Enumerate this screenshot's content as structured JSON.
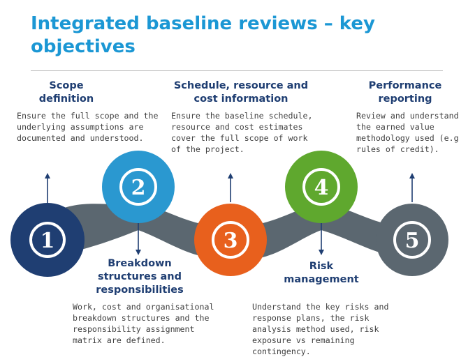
{
  "title": "Integrated baseline reviews – key objectives",
  "steps": [
    {
      "number": "1",
      "heading": "Scope definition",
      "description": "Ensure the full scope and the underlying assumptions are documented and understood.",
      "color": "#1f3e72",
      "ring": "#5b6770"
    },
    {
      "number": "2",
      "heading": "Breakdown structures and responsibilities",
      "description": "Work, cost and organisational breakdown structures and the responsibility assignment matrix are defined.",
      "color": "#2a98d0",
      "ring": "#5b6770"
    },
    {
      "number": "3",
      "heading": "Schedule, resource and cost information",
      "description": "Ensure the baseline schedule, resource and cost estimates cover the full scope of work of the project.",
      "color": "#e8601d",
      "ring": "#5b6770"
    },
    {
      "number": "4",
      "heading": "Risk management",
      "description": "Understand the key risks and response plans, the risk analysis method used, risk exposure vs remaining contingency.",
      "color": "#5fa82e",
      "ring": "#5b6770"
    },
    {
      "number": "5",
      "heading": "Performance reporting",
      "description": "Review and understand the earned value methodology used (e.g rules of credit).",
      "color": "#5b6770",
      "ring": "#5b6770"
    }
  ]
}
